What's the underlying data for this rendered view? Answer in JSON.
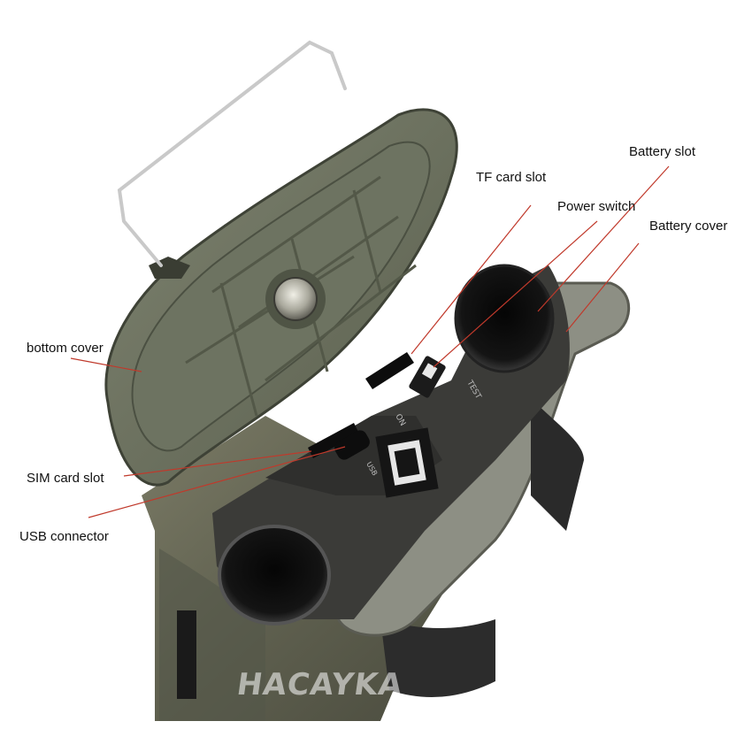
{
  "labels": {
    "battery_slot": "Battery slot",
    "tf_card_slot": "TF card slot",
    "power_switch": "Power switch",
    "battery_cover": "Battery cover",
    "bottom_cover": "bottom cover",
    "sim_card_slot": "SIM card slot",
    "usb_connector": "USB connector"
  },
  "device_markings": {
    "on": "ON",
    "test": "TEST",
    "usb": "USB"
  },
  "watermark": "HACAYKA",
  "colors": {
    "leader_line": "#c0392b",
    "camo_body": "#6b6b58",
    "cover_inner": "#6f7462",
    "slot_black": "#121212",
    "label_text": "#111111"
  }
}
